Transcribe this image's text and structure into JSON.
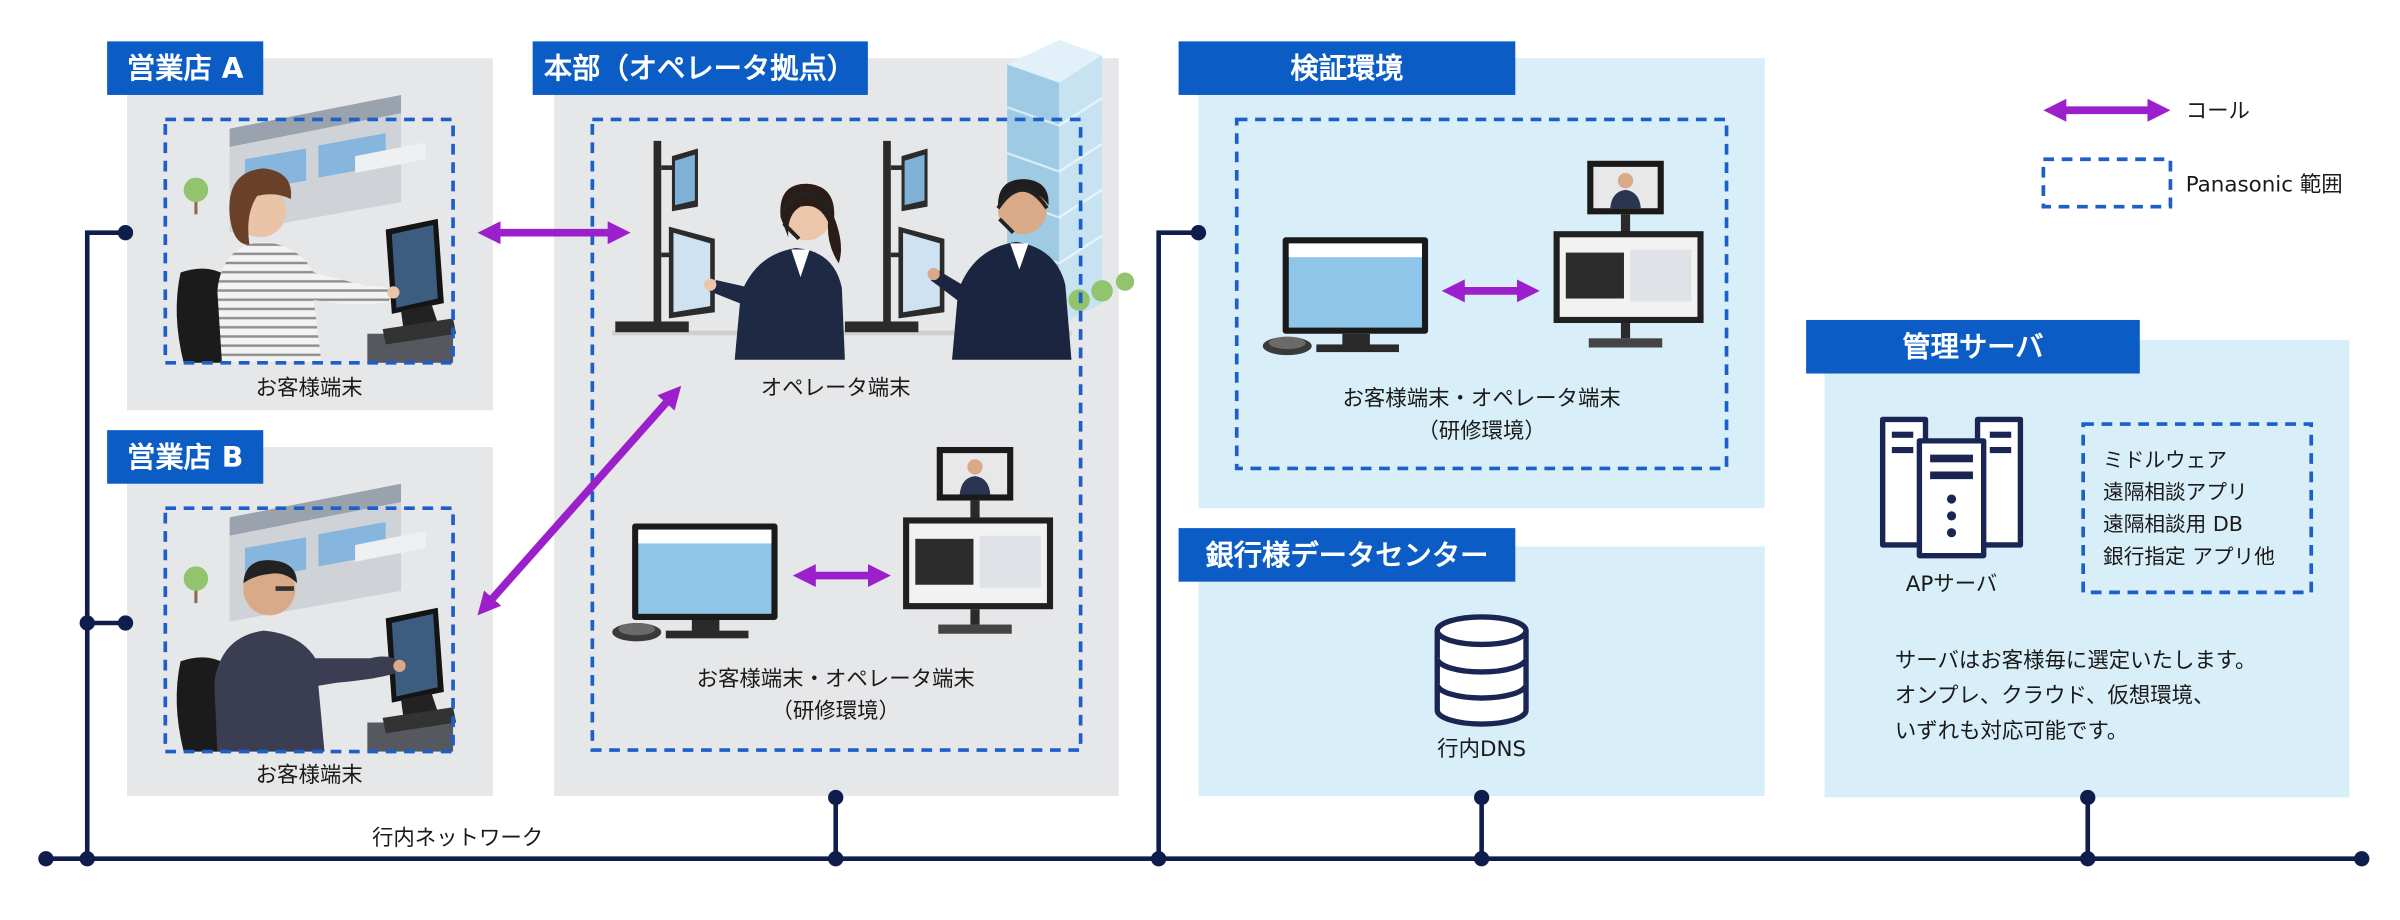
{
  "colors": {
    "label_bg": "#0b5cc5",
    "gray_panel": "#e6e7e9",
    "blue_panel": "#d8eef8",
    "scope_border": "#1d5fc9",
    "call_arrow": "#9b1fca",
    "network_line": "#0f1d4c"
  },
  "legend": {
    "call": "コール",
    "scope": "Panasonic 範囲"
  },
  "branch_a": {
    "title": "営業店 A",
    "terminal": "お客様端末"
  },
  "branch_b": {
    "title": "営業店 B",
    "terminal": "お客様端末"
  },
  "headquarters": {
    "title": "本部（オペレータ拠点）",
    "operator_terminal": "オペレータ端末",
    "training_terminals": "お客様端末・オペレータ端末",
    "training_note": "（研修環境）"
  },
  "verification": {
    "title": "検証環境",
    "terminals": "お客様端末・オペレータ端末",
    "note": "（研修環境）"
  },
  "data_center": {
    "title": "銀行様データセンター",
    "dns": "行内DNS"
  },
  "management_server": {
    "title": "管理サーバ",
    "ap_server": "APサーバ",
    "software": [
      "ミドルウェア",
      "遠隔相談アプリ",
      "遠隔相談用 DB",
      "銀行指定 アプリ他"
    ],
    "notes": [
      "サーバはお客様毎に選定いたします。",
      "オンプレ、クラウド、仮想環境、",
      "いずれも対応可能です。"
    ]
  },
  "network": {
    "label": "行内ネットワーク"
  },
  "icons": {
    "database": "database-icon",
    "server": "server-icon",
    "call": "double-arrow-icon"
  }
}
